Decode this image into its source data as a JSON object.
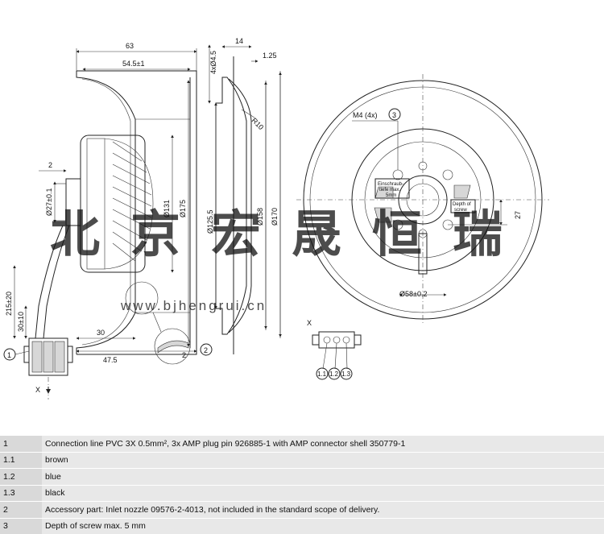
{
  "dims_left": {
    "w63": "63",
    "w54": "54.5±1",
    "w2": "2",
    "d27": "Ø27±0.1",
    "d131": "Ø131",
    "d175": "Ø175",
    "w30": "30",
    "w47": "47.5",
    "l215": "215±20",
    "l30": "30±10"
  },
  "dims_mid": {
    "w14": "14",
    "t125": "1.25",
    "holes": "4xØ4.5",
    "r10": "R10",
    "d1255": "Ø125.5",
    "d158": "Ø158",
    "d170": "Ø170"
  },
  "dims_right": {
    "m4": "M4 (4x)",
    "h27": "27",
    "d58": "Ø58±0.2",
    "note_a": "Einschraub-",
    "note_b": "tiefe max.",
    "note_c": "5mm",
    "depth_a": "Depth of",
    "depth_b": "screw"
  },
  "callouts": {
    "c1": "1",
    "c2": "2",
    "c3": "3",
    "c11": "1.1",
    "c12": "1.2",
    "c13": "1.3",
    "xa": "X",
    "xb": "X"
  },
  "watermark": {
    "chars": [
      "北",
      "京",
      "宏",
      "晟",
      "恒",
      "瑞"
    ],
    "url": "www.bjhengrui.cn"
  },
  "legend": [
    {
      "key": "1",
      "desc": "Connection line PVC 3X 0.5mm², 3x AMP plug pin 926885-1 with AMP connector shell 350779-1"
    },
    {
      "key": "1.1",
      "desc": "brown"
    },
    {
      "key": "1.2",
      "desc": "blue"
    },
    {
      "key": "1.3",
      "desc": "black"
    },
    {
      "key": "2",
      "desc": "Accessory part: Inlet nozzle 09576-2-4013, not included in the standard scope of delivery."
    },
    {
      "key": "3",
      "desc": "Depth of screw max. 5 mm"
    }
  ]
}
